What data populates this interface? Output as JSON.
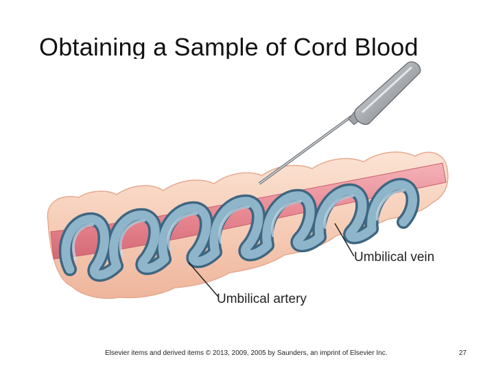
{
  "slide": {
    "title": "Obtaining a Sample of Cord Blood",
    "footer": "Elsevier items and derived items © 2013, 2009, 2005 by Saunders, an imprint of Elsevier Inc.",
    "page_number": "27"
  },
  "figure": {
    "labels": {
      "vein": "Umbilical vein",
      "artery": "Umbilical artery"
    },
    "colors": {
      "cord_tissue": "#f6cdb7",
      "vein": "#e98a94",
      "artery": "#7fa6bd",
      "needle": "#a9adb2"
    }
  }
}
